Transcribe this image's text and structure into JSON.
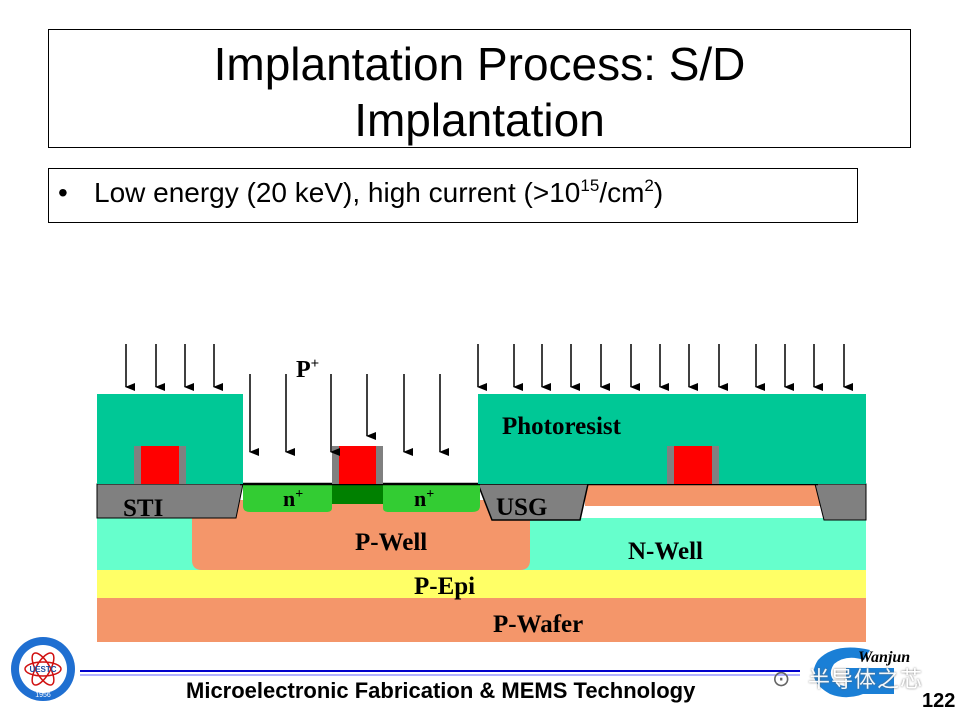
{
  "slide": {
    "title_line1": "Implantation Process: S/D",
    "title_line2": "Implantation",
    "bullet": {
      "marker": "•",
      "text_before": "Low energy (20 keV), high current (>10",
      "sup1": "15",
      "text_middle": "/cm",
      "sup2": "2",
      "text_after": ")"
    }
  },
  "diagram": {
    "labels": {
      "ion": "P",
      "ion_charge": "+",
      "photoresist": "Photoresist",
      "sti": "STI",
      "n_plus_left": "n",
      "n_plus_right": "n",
      "plus": "+",
      "usg": "USG",
      "p_well": "P-Well",
      "n_well": "N-Well",
      "p_epi": "P-Epi",
      "p_wafer": "P-Wafer"
    },
    "colors": {
      "photoresist": "#00c896",
      "sti_gray": "#808080",
      "gate_red": "#ff0000",
      "n_plus_green": "#33cc33",
      "channel_dark_green": "#008000",
      "p_well_orange": "#f4966a",
      "n_well_aqua": "#66ffcc",
      "p_epi_yellow": "#ffff66",
      "p_wafer_orange": "#f4966a"
    }
  },
  "footer": {
    "text": "Microelectronic Fabrication & MEMS Technology",
    "page_number": "122",
    "logo_left_text": "UESTC",
    "logo_left_year": "1956",
    "logo_right_text": "Wanjun",
    "watermark": "半导体之芯"
  }
}
